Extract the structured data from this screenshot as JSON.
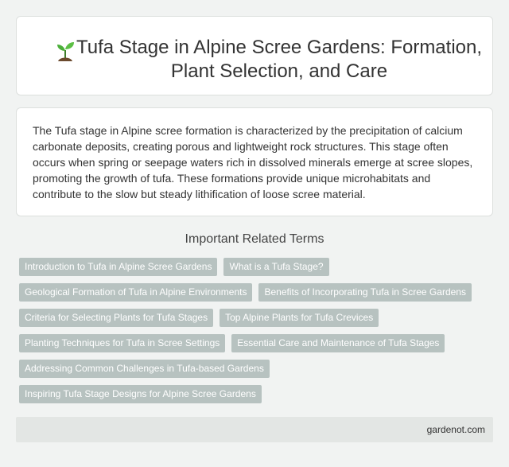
{
  "title": "Tufa Stage in Alpine Scree Gardens: Formation, Plant Selection, and Care",
  "summary": "The Tufa stage in Alpine scree formation is characterized by the precipitation of calcium carbonate deposits, creating porous and lightweight rock structures. This stage often occurs when spring or seepage waters rich in dissolved minerals emerge at scree slopes, promoting the growth of tufa. These formations provide unique microhabitats and contribute to the slow but steady lithification of loose scree material.",
  "related_heading": "Important Related Terms",
  "tags": [
    [
      "Introduction to Tufa in Alpine Scree Gardens",
      "What is a Tufa Stage?"
    ],
    [
      "Geological Formation of Tufa in Alpine Environments",
      "Benefits of Incorporating Tufa in Scree Gardens"
    ],
    [
      "Criteria for Selecting Plants for Tufa Stages",
      "Top Alpine Plants for Tufa Crevices"
    ],
    [
      "Planting Techniques for Tufa in Scree Settings",
      "Essential Care and Maintenance of Tufa Stages"
    ],
    [
      "Addressing Common Challenges in Tufa-based Gardens"
    ],
    [
      "Inspiring Tufa Stage Designs for Alpine Scree Gardens"
    ]
  ],
  "footer": "gardenot.com",
  "icons": {
    "title_icon": "seedling-icon"
  },
  "colors": {
    "tag_bg": "#b7c2c0",
    "page_bg": "#f1f3f2",
    "footer_bg": "#e3e6e4"
  }
}
